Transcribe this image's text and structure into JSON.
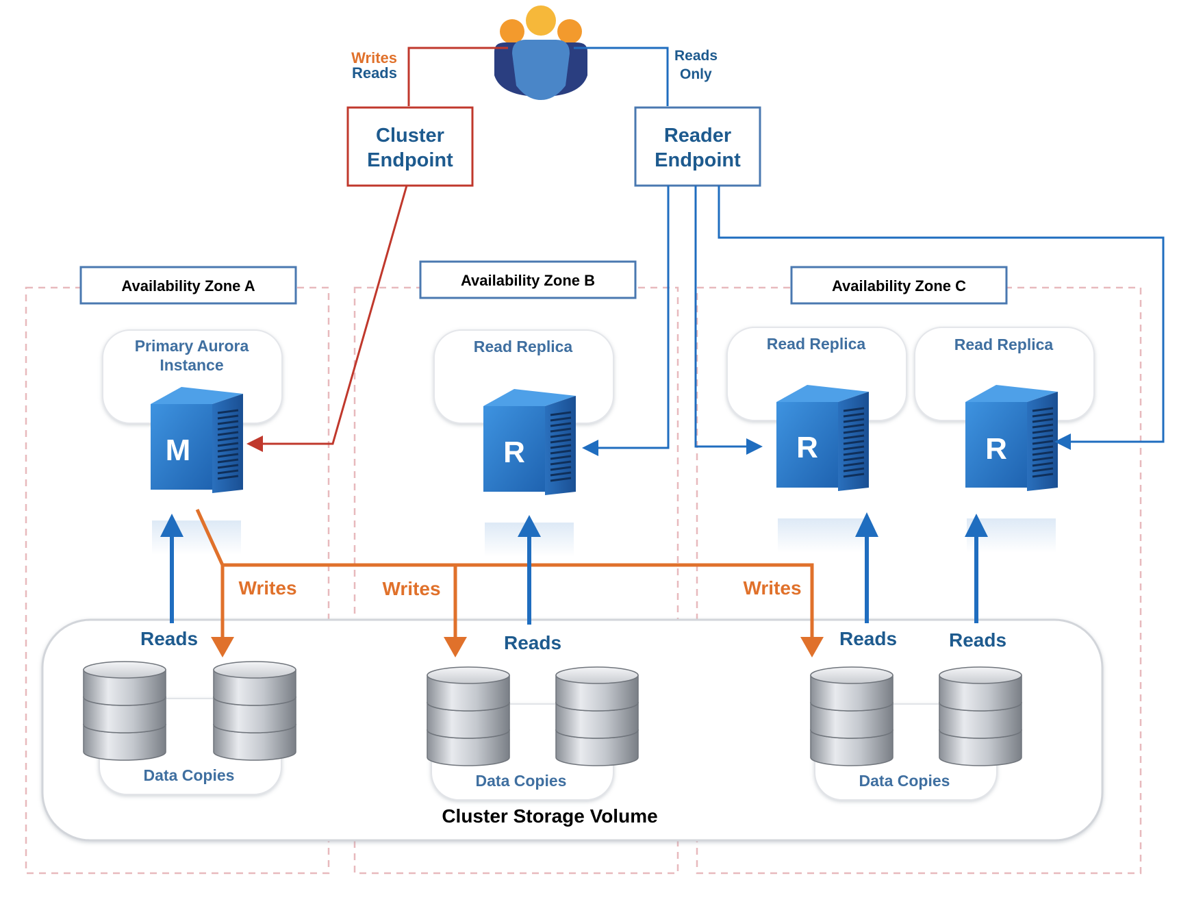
{
  "colors": {
    "blue": "#1f6dbf",
    "dark_blue": "#1d5a8e",
    "label_blue": "#3f6fa0",
    "orange": "#e0712b",
    "red": "#c0382c",
    "server_blue": "#2f7fcf",
    "zone_border": "#e8b9bd",
    "box_border": "#4a78b0"
  },
  "users_icon": "users-group-icon",
  "cluster_endpoint": {
    "line1": "Cluster",
    "line2": "Endpoint"
  },
  "reader_endpoint": {
    "line1": "Reader",
    "line2": "Endpoint"
  },
  "writes_reads_label": {
    "writes": "Writes",
    "reads": "Reads"
  },
  "reads_only_label": {
    "line1": "Reads",
    "line2": "Only"
  },
  "zones": [
    {
      "label": "Availability Zone A"
    },
    {
      "label": "Availability Zone B"
    },
    {
      "label": "Availability Zone C"
    }
  ],
  "instances": [
    {
      "label_line1": "Primary Aurora",
      "label_line2": "Instance",
      "letter": "M"
    },
    {
      "label_line1": "Read Replica",
      "label_line2": "",
      "letter": "R"
    },
    {
      "label_line1": "Read Replica",
      "label_line2": "",
      "letter": "R"
    },
    {
      "label_line1": "Read Replica",
      "label_line2": "",
      "letter": "R"
    }
  ],
  "flow_labels": {
    "writes": [
      "Writes",
      "Writes",
      "Writes"
    ],
    "reads": [
      "Reads",
      "Reads",
      "Reads",
      "Reads"
    ]
  },
  "data_copies": [
    "Data Copies",
    "Data Copies",
    "Data Copies"
  ],
  "storage_volume_label": "Cluster Storage Volume"
}
